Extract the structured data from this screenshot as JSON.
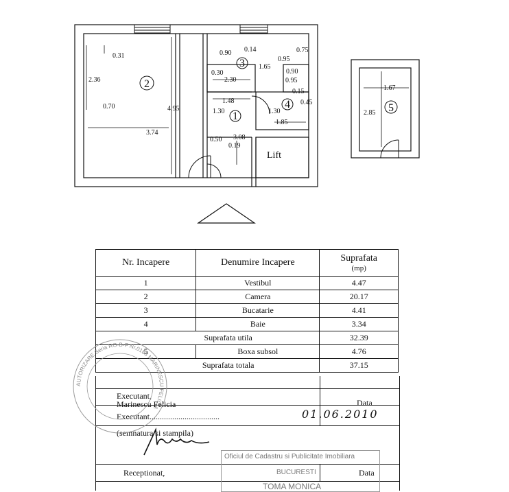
{
  "plan": {
    "rooms": [
      "1",
      "2",
      "3",
      "4",
      "5"
    ],
    "lift_label": "Lift",
    "dimensions": [
      "0.31",
      "2.36",
      "0.70",
      "4.95",
      "3.74",
      "0.14",
      "0.75",
      "0.90",
      "0.95",
      "1.65",
      "0.30",
      "2.30",
      "0.90",
      "0.95",
      "0.15",
      "1.48",
      "0.45",
      "1.30",
      "1.30",
      "1.85",
      "3.08",
      "0.50",
      "0.19",
      "1.67",
      "2.85"
    ]
  },
  "table": {
    "headers": {
      "nr": "Nr. Incapere",
      "name": "Denumire Incapere",
      "area": "Suprafata",
      "unit": "(mp)"
    },
    "rows": [
      {
        "nr": "1",
        "name": "Vestibul",
        "area": "4.47"
      },
      {
        "nr": "2",
        "name": "Camera",
        "area": "20.17"
      },
      {
        "nr": "3",
        "name": "Bucatarie",
        "area": "4.41"
      },
      {
        "nr": "4",
        "name": "Baie",
        "area": "3.34"
      }
    ],
    "util_label": "Suprafata utila",
    "util_value": "32.39",
    "row5": {
      "nr": "5",
      "name": "Boxa subsol",
      "area": "4.76"
    },
    "total_label": "Suprafata totala",
    "total_value": "37.15"
  },
  "footer": {
    "executant": "Executant,",
    "executant_name": "Marinescu Felicia",
    "data_label": "Data",
    "executant2": "Executant..................................",
    "date_hand": "01.06.2010",
    "semnatura": "(semnatura si stampila)",
    "receptionat": "Receptionat,",
    "data_label2": "Data"
  },
  "stamp_ocpi": {
    "line1": "Oficiul de Cadastru si Publicitate Imobiliara",
    "line2": "BUCURESTI",
    "line3": "TOMA MONICA"
  },
  "stamp_round": {
    "text": "AUTORIZARE Seria RO-B-F Nr.0188 MARINESCU FELICIA"
  }
}
